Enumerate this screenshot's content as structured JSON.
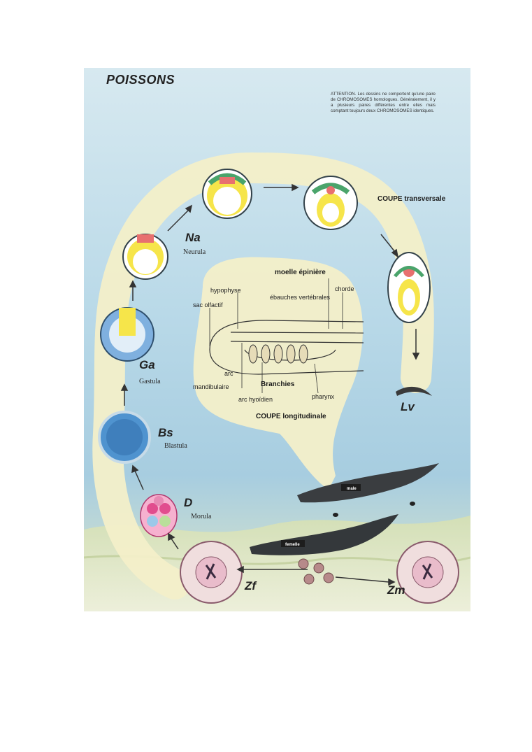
{
  "title": "POISSONS",
  "attention": "ATTENTION. Les dessins ne comportent qu'une paire de CHROMOSOMES homologues. Généralement, il y a plusieurs paires différentes entre elles mais comptant toujours deux CHROMOSOMES identiques.",
  "sections": {
    "coupe_transversale": "COUPE transversale",
    "coupe_longitudinale": "COUPE longitudinale"
  },
  "stages": {
    "neurula": {
      "abbr": "Na",
      "name": "Neurula"
    },
    "gastrula": {
      "abbr": "Ga",
      "name": "Gastula"
    },
    "blastula": {
      "abbr": "Bs",
      "name": "Blastula"
    },
    "morula": {
      "abbr": "D",
      "name": "Morula"
    },
    "larva": {
      "abbr": "Lv"
    },
    "zygote_f": {
      "abbr": "Zf"
    },
    "zygote_m": {
      "abbr": "Zm"
    }
  },
  "anatomy_labels": {
    "moelle": "moelle épinière",
    "hypophyse": "hypophyse",
    "ebauches": "ébauches vertébrales",
    "chorde": "chorde",
    "sac_olfactif": "sac olfactif",
    "arc_mandibulaire": "arc\nmandibulaire",
    "arc_mandibulaire_1": "arc",
    "arc_mandibulaire_2": "mandibulaire",
    "branchies": "Branchies",
    "arc_hyoidien": "arc hyoïdien",
    "pharynx": "pharynx"
  },
  "fish": {
    "male": "male",
    "femelle": "femelle"
  },
  "colors": {
    "sky": "#cfe4ec",
    "water": "#a9cfe2",
    "ring": "#f3efc9",
    "yolk": "#f6e54a",
    "blastula": "#4f93cf",
    "morula_pink": "#e14d8e",
    "ground": "#c4d49a"
  }
}
